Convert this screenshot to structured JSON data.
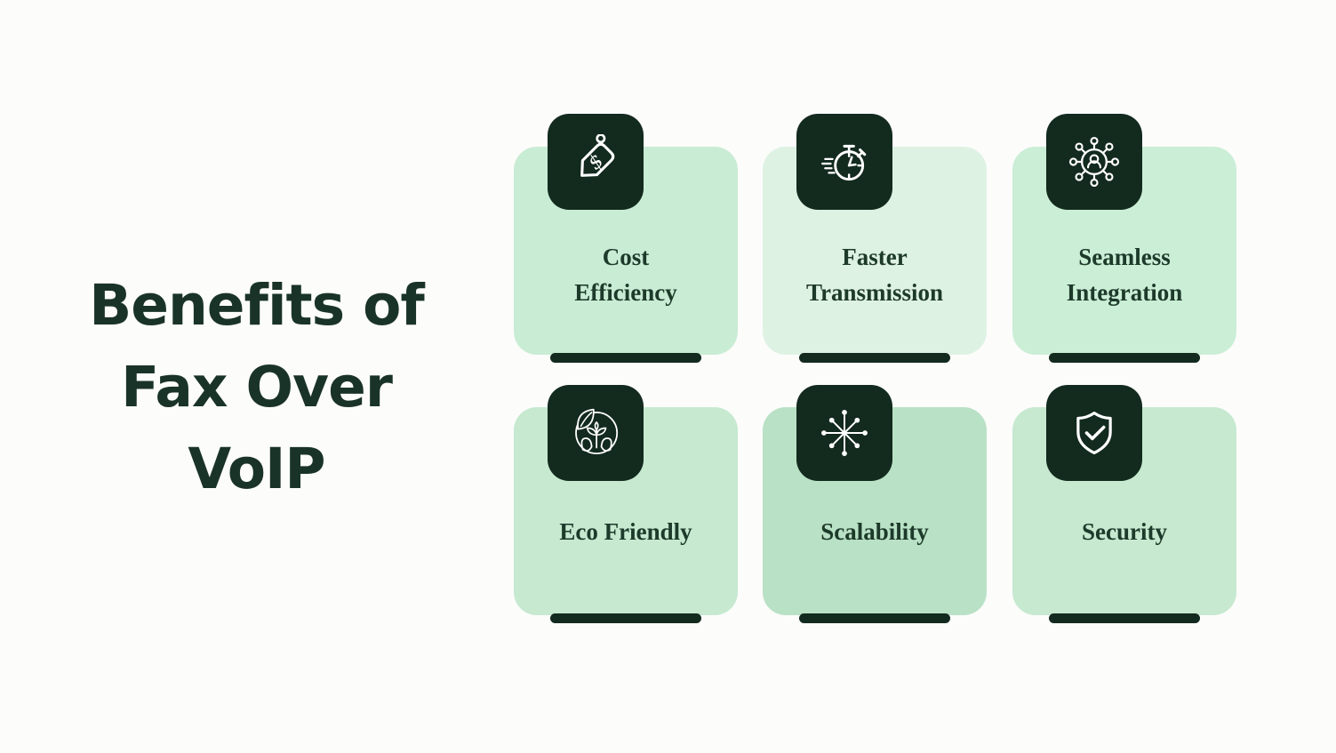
{
  "canvas": {
    "background": "#fcfcfb"
  },
  "title": {
    "lines": [
      "Benefits of",
      "Fax Over",
      "VoIP"
    ],
    "color": "#1a3329"
  },
  "theme": {
    "icon_square_color": "#132a1e",
    "bottom_bar_color": "#132a1e",
    "label_color": "#1d3a2a"
  },
  "cards": [
    {
      "id": "cost-efficiency",
      "label": "Cost Efficiency",
      "lines": [
        "Cost",
        "Efficiency"
      ],
      "icon": "price-tag-icon",
      "bg": "#c9ecd4"
    },
    {
      "id": "faster-transmission",
      "label": "Faster Transmission",
      "lines": [
        "Faster",
        "Transmission"
      ],
      "icon": "stopwatch-icon",
      "bg": "#def2e3"
    },
    {
      "id": "seamless-integration",
      "label": "Seamless Integration",
      "lines": [
        "Seamless",
        "Integration"
      ],
      "icon": "network-people-icon",
      "bg": "#cbeed6"
    },
    {
      "id": "eco-friendly",
      "label": "Eco Friendly",
      "lines": [
        "Eco Friendly"
      ],
      "icon": "plant-in-hands-icon",
      "bg": "#c6e9d0"
    },
    {
      "id": "scalability",
      "label": "Scalability",
      "lines": [
        "Scalability"
      ],
      "icon": "asterisk-network-icon",
      "bg": "#b9e1c5"
    },
    {
      "id": "security",
      "label": "Security",
      "lines": [
        "Security"
      ],
      "icon": "shield-check-icon",
      "bg": "#c6e9d0"
    }
  ]
}
